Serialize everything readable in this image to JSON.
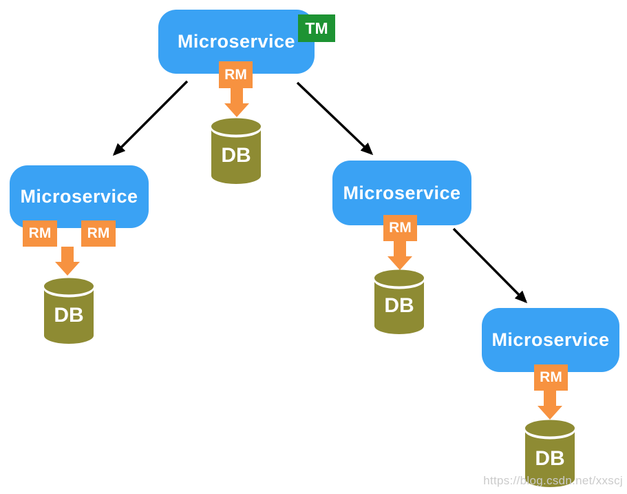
{
  "watermark": {
    "text": "https://blog.csdn.net/xxscj"
  },
  "colors": {
    "service_blue": "#3aa2f4",
    "tm_green": "#1d9333",
    "rm_orange": "#f79240",
    "db_olive": "#8e8b33",
    "arrow_black": "#000000",
    "watermark_gray": "#cbcbcb"
  },
  "diagram": {
    "kind": "microservice-distributed-transaction-topology",
    "nodes": [
      {
        "id": "ms-root",
        "label": "Microservice",
        "badges": [
          {
            "label": "TM"
          },
          {
            "label": "RM"
          }
        ],
        "database": {
          "label": "DB"
        }
      },
      {
        "id": "ms-left",
        "label": "Microservice",
        "badges": [
          {
            "label": "RM"
          },
          {
            "label": "RM"
          }
        ],
        "database": {
          "label": "DB"
        }
      },
      {
        "id": "ms-right",
        "label": "Microservice",
        "badges": [
          {
            "label": "RM"
          }
        ],
        "database": {
          "label": "DB"
        }
      },
      {
        "id": "ms-bottom-right",
        "label": "Microservice",
        "badges": [
          {
            "label": "RM"
          }
        ],
        "database": {
          "label": "DB"
        }
      }
    ],
    "edges": [
      {
        "from": "ms-root",
        "to": "ms-left",
        "style": "black-arrow"
      },
      {
        "from": "ms-root",
        "to": "ms-right",
        "style": "black-arrow"
      },
      {
        "from": "ms-right",
        "to": "ms-bottom-right",
        "style": "black-arrow"
      },
      {
        "from": "ms-root",
        "to": "ms-root-db",
        "style": "orange-arrow"
      },
      {
        "from": "ms-left",
        "to": "ms-left-db",
        "style": "orange-arrow"
      },
      {
        "from": "ms-right",
        "to": "ms-right-db",
        "style": "orange-arrow"
      },
      {
        "from": "ms-bottom-right",
        "to": "ms-bottom-right-db",
        "style": "orange-arrow"
      }
    ]
  }
}
